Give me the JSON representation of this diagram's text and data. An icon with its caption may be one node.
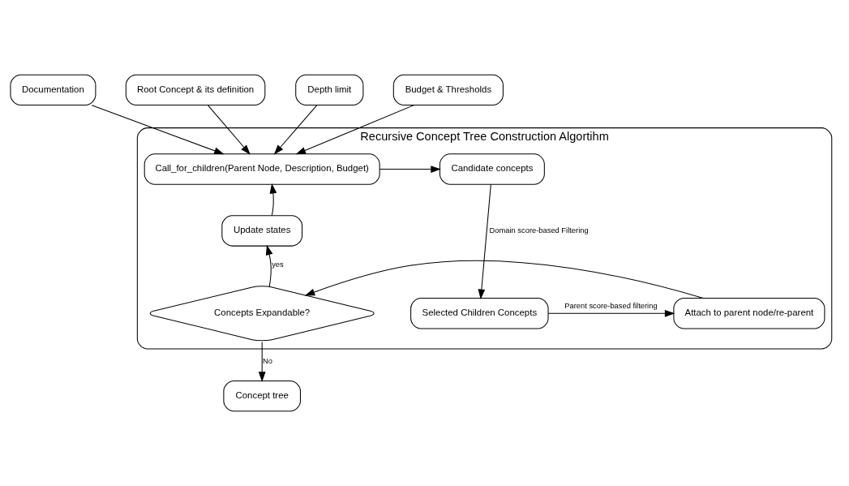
{
  "diagram": {
    "nodes": [
      {
        "text": [
          "Recursive Concept Tree Construction Algortihm"
        ]
      },
      {
        "text": [
          "Documentation"
        ]
      },
      {
        "text": [
          "Root Concept & its definition"
        ]
      },
      {
        "text": [
          "Depth limit"
        ]
      },
      {
        "text": [
          "Budget & Thresholds"
        ]
      },
      {
        "text": [
          "Call_for_children(Parent Node, Description, Budget)"
        ],
        "in": 0
      },
      {
        "text": [
          "Candidate concepts"
        ],
        "in": 0
      },
      {
        "text": [
          "Selected Children Concepts"
        ],
        "in": 0
      },
      {
        "text": [
          "Attach to parent node/re-parent"
        ],
        "in": 0
      },
      {
        "text": [
          "Concepts Expandable?"
        ],
        "in": 0
      },
      {
        "text": [
          "Update states"
        ],
        "in": 0
      },
      {
        "text": [
          "Concept tree"
        ]
      }
    ],
    "edges": [
      {
        "from": 1,
        "to": 5,
        "arrow": "to"
      },
      {
        "from": 2,
        "to": 5,
        "arrow": "to"
      },
      {
        "from": 3,
        "to": 5,
        "arrow": "to"
      },
      {
        "from": 4,
        "to": 5,
        "arrow": "to"
      },
      {
        "from": 5,
        "to": 6,
        "arrow": "to"
      },
      {
        "from": 6,
        "to": 7,
        "arrow": "to",
        "label": "Domain score-based Filtering"
      },
      {
        "from": 7,
        "to": 8,
        "arrow": "to",
        "label": "Parent score-based filtering"
      },
      {
        "from": 8,
        "to": 9,
        "arrow": "to"
      },
      {
        "from": 9,
        "to": 10,
        "arrow": "to",
        "label": "yes"
      },
      {
        "from": 10,
        "to": 5,
        "arrow": "to"
      },
      {
        "from": 9,
        "to": 11,
        "arrow": "to",
        "label": "No"
      }
    ]
  }
}
